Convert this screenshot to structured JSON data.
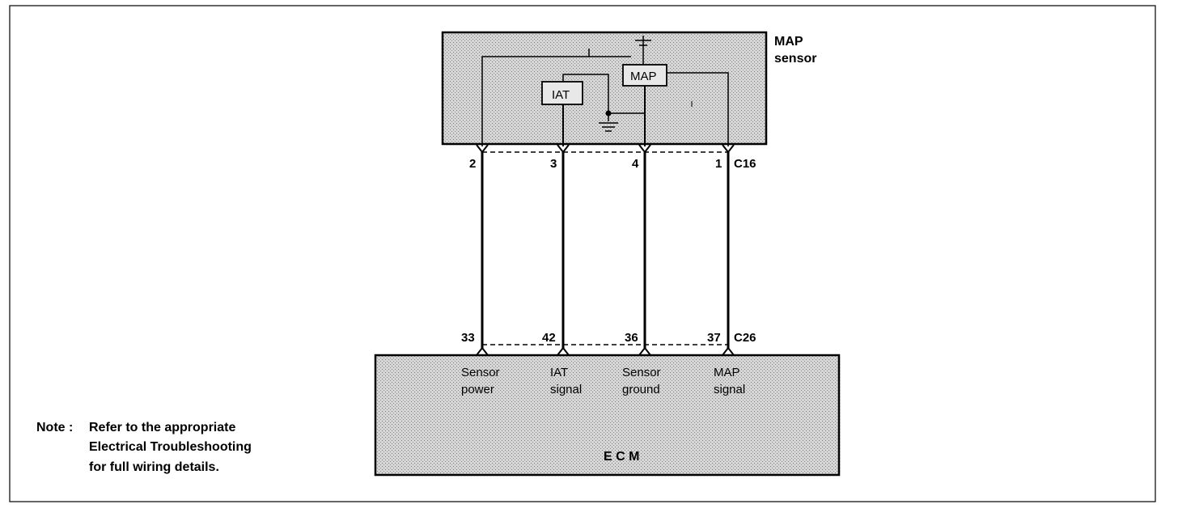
{
  "sensor": {
    "name_line1": "MAP",
    "name_line2": "sensor",
    "map_element": "MAP",
    "iat_element": "IAT"
  },
  "connector_top": {
    "id": "C16",
    "pins": [
      "2",
      "3",
      "4",
      "1"
    ]
  },
  "connector_bottom": {
    "id": "C26",
    "pins": [
      "33",
      "42",
      "36",
      "37"
    ]
  },
  "ecm": {
    "name": "E C M",
    "signals": [
      {
        "line1": "Sensor",
        "line2": "power"
      },
      {
        "line1": "IAT",
        "line2": "signal"
      },
      {
        "line1": "Sensor",
        "line2": "ground"
      },
      {
        "line1": "MAP",
        "line2": "signal"
      }
    ]
  },
  "note": {
    "prefix": "Note :",
    "line1": "Refer to the appropriate",
    "line2": "Electrical Troubleshooting",
    "line3": "for full wiring details."
  },
  "colors": {
    "box_fill": "#cfcfcf",
    "line": "#000000"
  }
}
